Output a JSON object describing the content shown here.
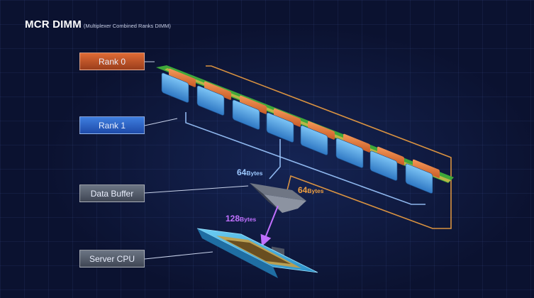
{
  "title": {
    "main": "MCR DIMM",
    "sub": "(Multiplexer Combined Ranks DIMM)"
  },
  "labels": {
    "rank0": "Rank 0",
    "rank1": "Rank 1",
    "data_buffer": "Data Buffer",
    "server_cpu": "Server CPU"
  },
  "bytes": {
    "blue": {
      "num": "64",
      "unit": "Bytes"
    },
    "orange": {
      "num": "64",
      "unit": "Bytes"
    },
    "purple": {
      "num": "128",
      "unit": "Bytes"
    }
  },
  "colors": {
    "background": "#0b1230",
    "rank0": "#e06b35",
    "rank1": "#3f7fe0",
    "blue_line": "#9cc8ff",
    "orange_line": "#f0a040",
    "purple_arrow": "#b060f0",
    "pcb_green": "#3fa83a",
    "chip_blue": "#4fa6e8",
    "chip_orange": "#e07a3a"
  }
}
